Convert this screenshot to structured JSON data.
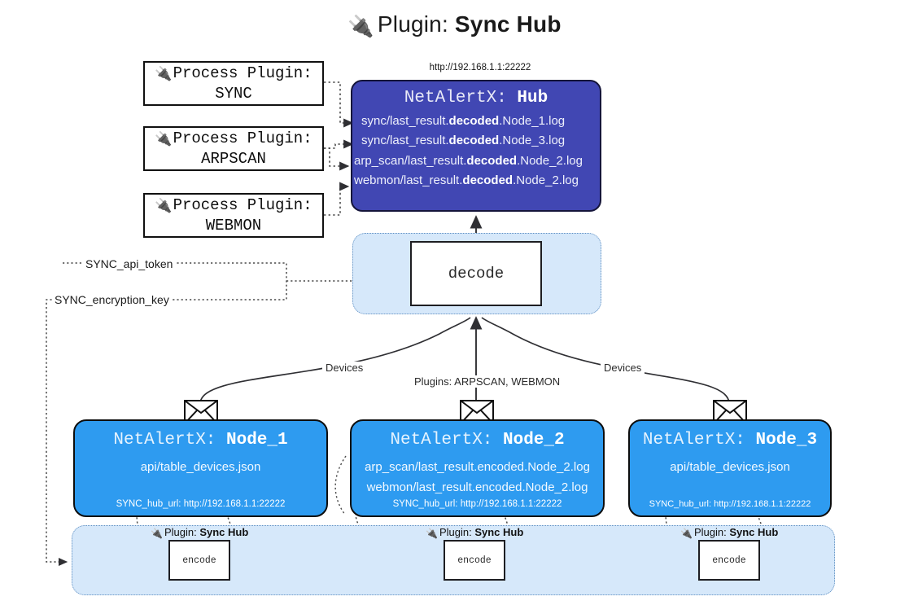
{
  "title": {
    "icon": "plug-icon",
    "prefix": "Plugin: ",
    "name": "Sync Hub"
  },
  "hub": {
    "url": "http://192.168.1.1:22222",
    "header_prefix": "NetAlertX: ",
    "header_name": "Hub",
    "rows": [
      {
        "pre": "sync/last_result.",
        "mid": "decoded",
        "post": ".Node_1.log"
      },
      {
        "pre": "sync/last_result.",
        "mid": "decoded",
        "post": ".Node_3.log"
      },
      {
        "pre": "arp_scan/last_result.",
        "mid": "decoded",
        "post": ".Node_2.log"
      },
      {
        "pre": "webmon/last_result.",
        "mid": "decoded",
        "post": ".Node_2.log"
      }
    ]
  },
  "process_plugins": [
    {
      "icon": "plug-icon",
      "line1": "Process Plugin:",
      "line2": "SYNC"
    },
    {
      "icon": "plug-icon",
      "line1": "Process Plugin:",
      "line2": "ARPSCAN"
    },
    {
      "icon": "plug-icon",
      "line1": "Process Plugin:",
      "line2": "WEBMON"
    }
  ],
  "decode": {
    "label": "decode"
  },
  "tokens": [
    {
      "label": "SYNC_api_token"
    },
    {
      "label": "SYNC_encryption_key"
    }
  ],
  "edge_labels": {
    "devices_left": "Devices",
    "plugins_mid": "Plugins: ARPSCAN, WEBMON",
    "devices_right": "Devices"
  },
  "nodes": [
    {
      "header_prefix": "NetAlertX: ",
      "header_name": "Node_1",
      "lines": [
        "api/table_devices.json"
      ],
      "config": "SYNC_hub_url: http://192.168.1.1:22222",
      "mail_icon": "envelope-icon"
    },
    {
      "header_prefix": "NetAlertX: ",
      "header_name": "Node_2",
      "lines": [
        "arp_scan/last_result.encoded.Node_2.log",
        "webmon/last_result.encoded.Node_2.log"
      ],
      "config": "SYNC_hub_url: http://192.168.1.1:22222",
      "mail_icon": "envelope-icon"
    },
    {
      "header_prefix": "NetAlertX: ",
      "header_name": "Node_3",
      "lines": [
        "api/table_devices.json"
      ],
      "config": "SYNC_hub_url: http://192.168.1.1:22222",
      "mail_icon": "envelope-icon"
    }
  ],
  "encoders": [
    {
      "tag_icon": "plug-icon",
      "tag_prefix": "Plugin: ",
      "tag_name": "Sync Hub",
      "label": "encode"
    },
    {
      "tag_icon": "plug-icon",
      "tag_prefix": "Plugin: ",
      "tag_name": "Sync Hub",
      "label": "encode"
    },
    {
      "tag_icon": "plug-icon",
      "tag_prefix": "Plugin: ",
      "tag_name": "Sync Hub",
      "label": "encode"
    }
  ],
  "colors": {
    "hub_fill": "#4147b3",
    "node_fill": "#2e9bf0",
    "container_fill": "#d6e8fa",
    "container_stroke": "#5b8cc0",
    "line": "#3c3c3c"
  }
}
